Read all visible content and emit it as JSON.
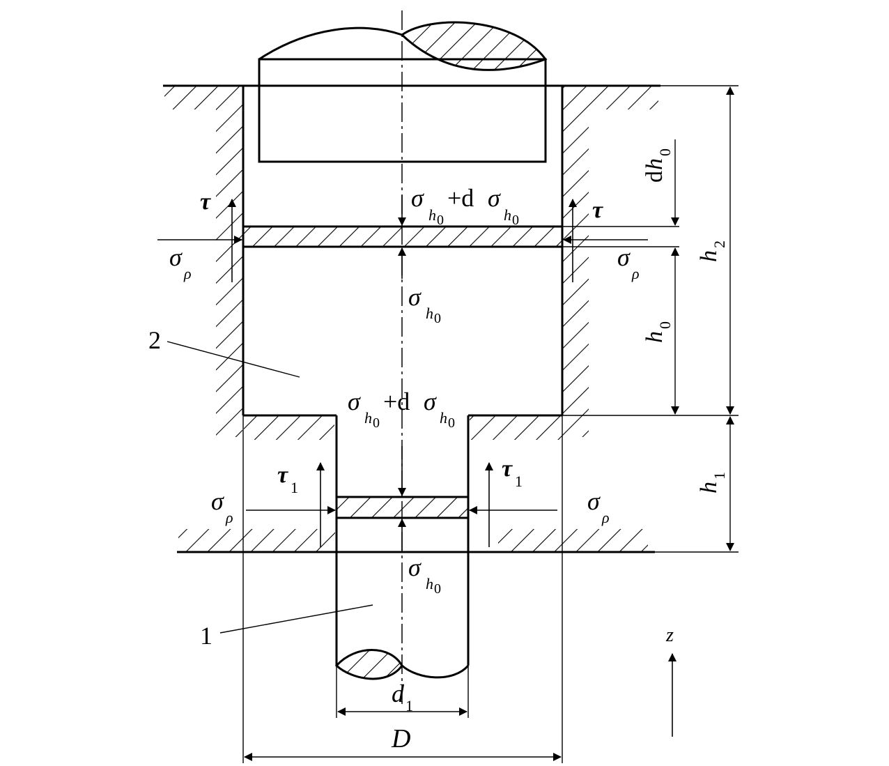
{
  "labels": {
    "sigma": "σ",
    "tau": "τ",
    "plus_d": "+d",
    "sub_h": "h",
    "sub_0": "0",
    "sub_rho": "ρ",
    "sub_1": "1",
    "part_1": "1",
    "part_2": "2",
    "d_text": "d",
    "h_text": "h",
    "h2_sub": "2",
    "D_label": "D",
    "d1_base": "d",
    "z_axis": "z"
  }
}
